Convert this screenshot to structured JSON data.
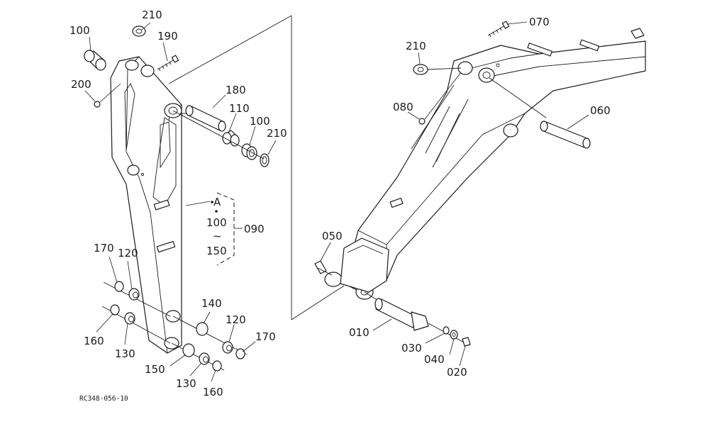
{
  "drawing": {
    "ref_code": "RC348-056-10",
    "range_label": {
      "top": "A",
      "mid": "100",
      "tilde": "~",
      "bottom": "150",
      "group": "090"
    }
  },
  "callouts": {
    "l210_top": "210",
    "l100_top": "100",
    "l190": "190",
    "l200": "200",
    "l180": "180",
    "l110": "110",
    "l100_mid": "100",
    "l210_mid": "210",
    "l170_left": "170",
    "l120_left": "120",
    "l160_left": "160",
    "l130_left": "130",
    "l150": "150",
    "l140": "140",
    "l120_right": "120",
    "l170_right": "170",
    "l130_bottom": "130",
    "l160_bottom": "160",
    "l070": "070",
    "l210_right": "210",
    "l080": "080",
    "l060": "060",
    "l050": "050",
    "l010": "010",
    "l030": "030",
    "l040": "040",
    "l020": "020"
  }
}
